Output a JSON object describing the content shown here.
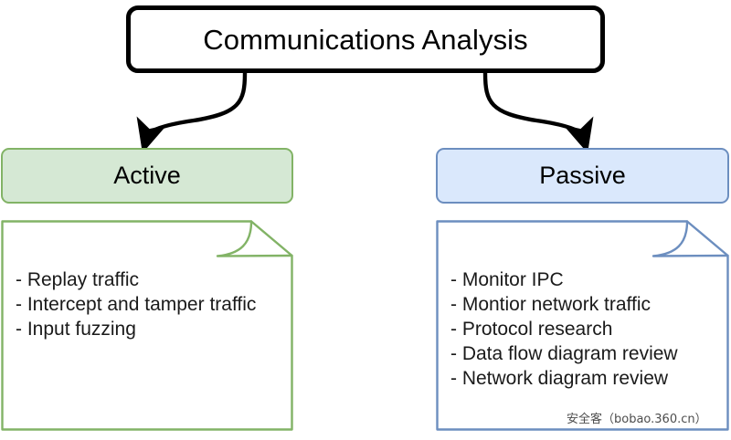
{
  "diagram": {
    "title": "Communications Analysis",
    "root": {
      "label": "Communications Analysis"
    },
    "branches": [
      {
        "id": "active",
        "header_label": "Active",
        "fill_color": "#d5e8d4",
        "border_color": "#82b366",
        "items": [
          "- Replay traffic",
          "- Intercept and tamper traffic",
          "- Input fuzzing"
        ]
      },
      {
        "id": "passive",
        "header_label": "Passive",
        "fill_color": "#dae8fc",
        "border_color": "#6c8ebf",
        "items": [
          "- Monitor IPC",
          "- Montior network traffic",
          "- Protocol research",
          "- Data flow diagram review",
          "- Network diagram review"
        ]
      }
    ],
    "connector_color": "#000000"
  },
  "watermark": {
    "text": "安全客（bobao.360.cn）"
  }
}
